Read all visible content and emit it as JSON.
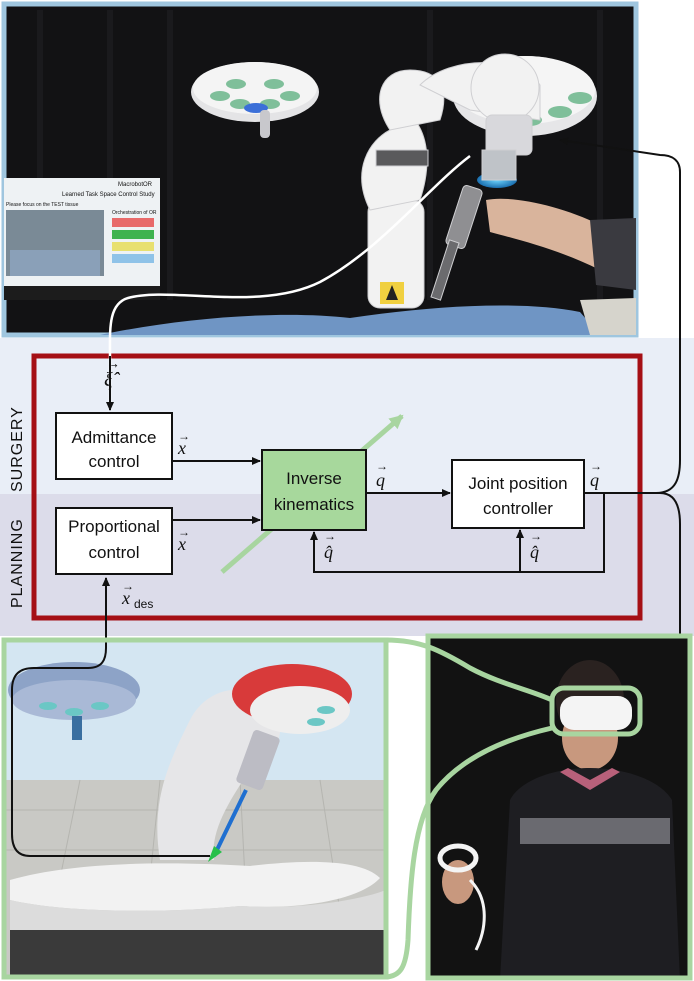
{
  "blocks": {
    "admittance": [
      "Admittance",
      "control"
    ],
    "proportional": [
      "Proportional",
      "control"
    ],
    "inverse": [
      "Inverse",
      "kinematics"
    ],
    "joint": [
      "Joint position",
      "controller"
    ]
  },
  "side_labels": {
    "surgery": "SURGERY",
    "planning": "PLANNING"
  },
  "signals": {
    "xi_hat": "ξ̂",
    "x_upper": "x",
    "x_lower": "x",
    "q_out_ik": "q",
    "q_out_joint": "q",
    "q_hat_ik": "q̂",
    "q_hat_joint": "q̂",
    "x_des": "x",
    "x_des_sub": "des"
  },
  "photo_screen": {
    "title": "Learned Task Space Control Study",
    "brand": "MacrobotOR",
    "prompt": "Please focus on the TEST tissue",
    "panel_title": "Orchestration of OR"
  },
  "colors": {
    "red_frame": "#a50f15",
    "green_frame": "#a8d5a0",
    "blue_frame": "#9fc6df",
    "ik_fill": "#a7d89c",
    "surgery_bg": "#e9eef7",
    "planning_bg": "#dcdcea"
  }
}
